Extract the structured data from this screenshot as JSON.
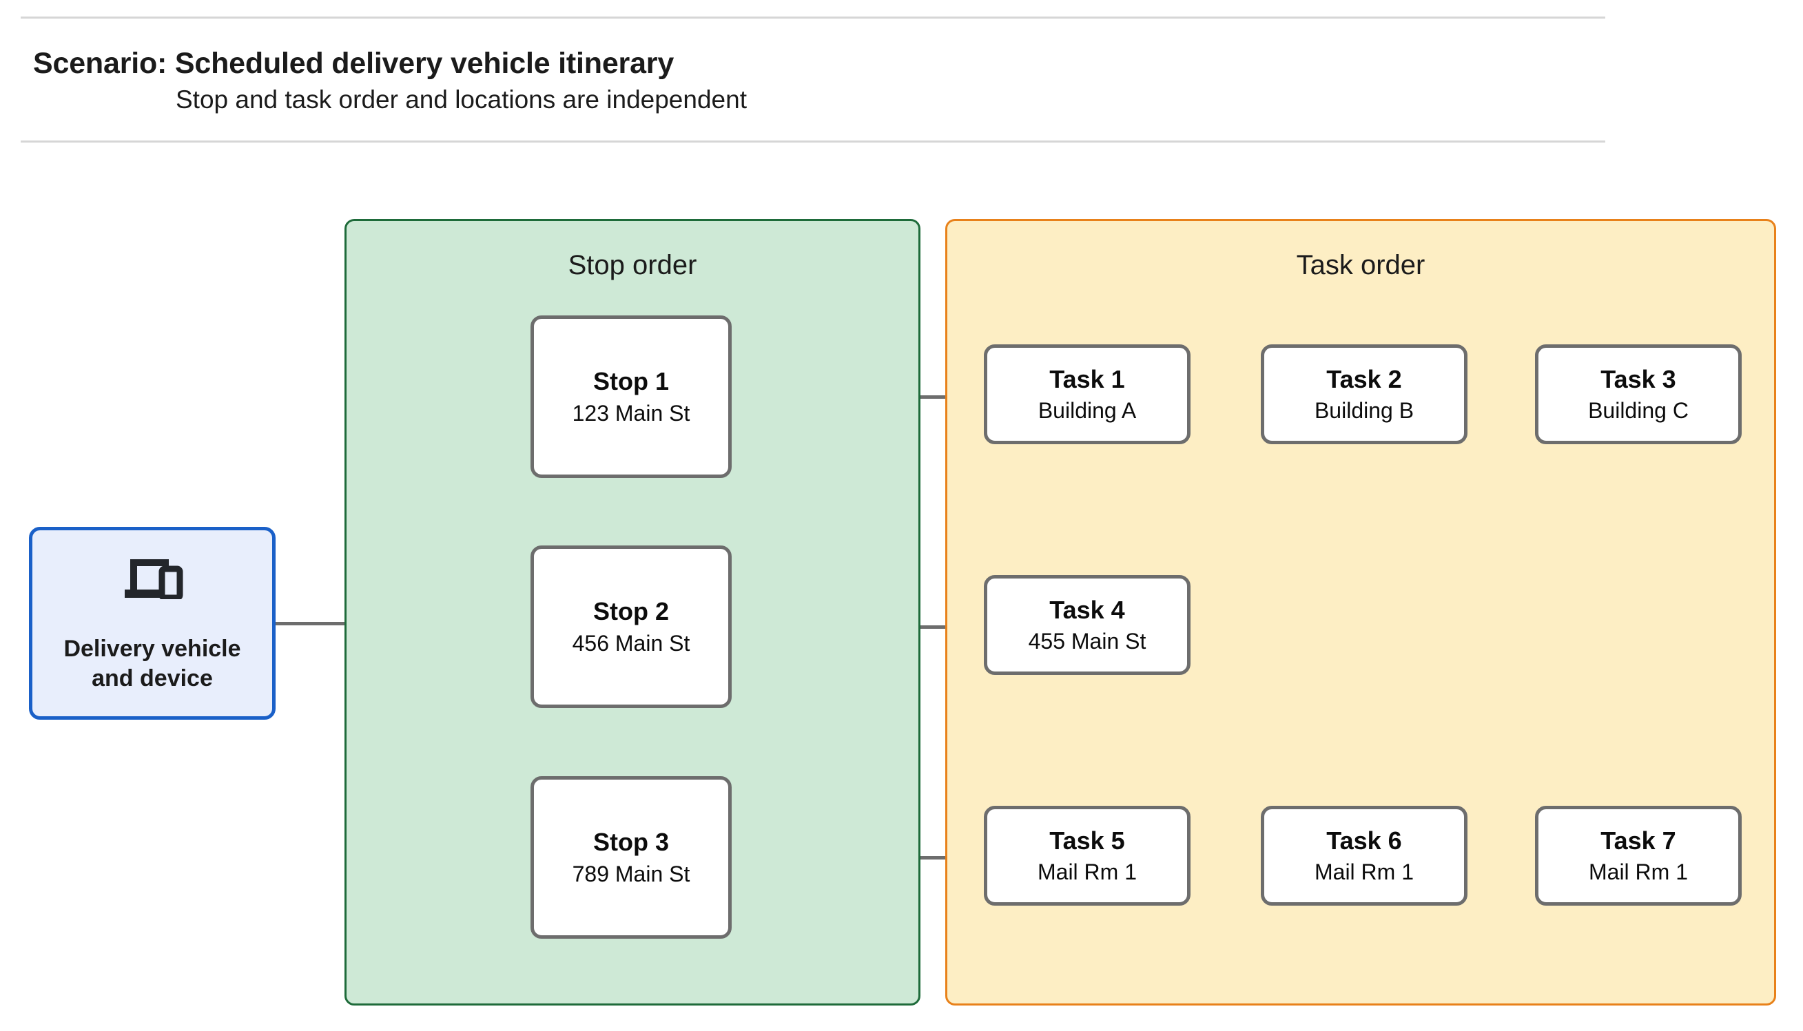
{
  "header": {
    "title": "Scenario: Scheduled delivery vehicle itinerary",
    "subtitle": "Stop and task order and locations are independent"
  },
  "device": {
    "icon": "devices-icon",
    "label": "Delivery vehicle\nand device",
    "border_color": "#1a60c8",
    "fill_color": "#e8eefc"
  },
  "stop_panel": {
    "title": "Stop order",
    "fill_color": "#cee9d6",
    "border_color": "#1e6b3a",
    "stops": [
      {
        "title": "Stop 1",
        "location": "123 Main St"
      },
      {
        "title": "Stop 2",
        "location": "456 Main St"
      },
      {
        "title": "Stop 3",
        "location": "789 Main St"
      }
    ]
  },
  "task_panel": {
    "title": "Task order",
    "fill_color": "#fdeec4",
    "border_color": "#e8811a",
    "rows": [
      {
        "tasks": [
          {
            "title": "Task 1",
            "location": "Building A"
          },
          {
            "title": "Task 2",
            "location": "Building B"
          },
          {
            "title": "Task 3",
            "location": "Building C"
          }
        ]
      },
      {
        "tasks": [
          {
            "title": "Task 4",
            "location": "455 Main St"
          }
        ]
      },
      {
        "tasks": [
          {
            "title": "Task 5",
            "location": "Mail Rm 1"
          },
          {
            "title": "Task 6",
            "location": "Mail Rm 1"
          },
          {
            "title": "Task 7",
            "location": "Mail Rm 1"
          }
        ]
      }
    ]
  },
  "connector_color": "#6d6d6d"
}
